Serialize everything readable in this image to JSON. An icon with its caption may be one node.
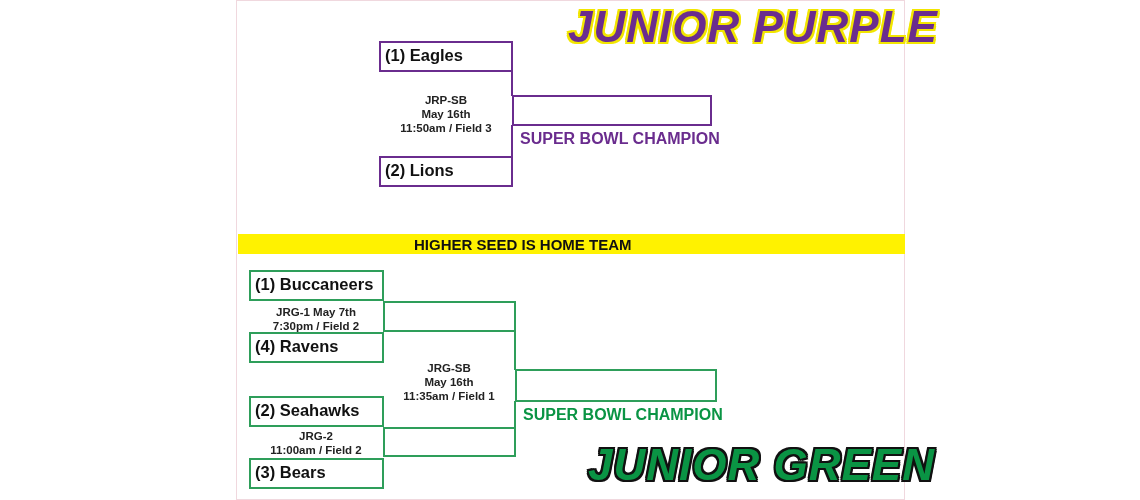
{
  "diagram": {
    "nodes": [
      {
        "text": [
          "(1) Eagles"
        ]
      },
      {
        "text": [],
        "shape": "box",
        "beside": [
          "SUPER BOWL CHAMPION"
        ]
      },
      {
        "text": [
          "(2) Lions"
        ]
      },
      {
        "text": [
          "HIGHER SEED IS HOME TEAM"
        ]
      },
      {
        "text": [
          "(1) Buccaneers"
        ]
      },
      {
        "text": [],
        "shape": "box"
      },
      {
        "text": [
          "(4) Ravens"
        ]
      },
      {
        "text": [],
        "shape": "box",
        "beside": [
          "SUPER BOWL CHAMPION"
        ]
      },
      {
        "text": [
          "(2) Seahawks"
        ]
      },
      {
        "text": [],
        "shape": "box"
      },
      {
        "text": [
          "(3) Bears"
        ]
      }
    ],
    "edges": [
      {
        "from": 0,
        "to": 1,
        "arrow": "none",
        "color": "#6a2c8e"
      },
      {
        "from": 2,
        "to": 1,
        "arrow": "none",
        "color": "#6a2c8e"
      },
      {
        "from": 5,
        "to": 7,
        "arrow": "none",
        "color": "#2e9e5a"
      },
      {
        "from": 9,
        "to": 7,
        "arrow": "none",
        "color": "#2e9e5a"
      }
    ],
    "labels": [
      "JUNIOR PURPLE",
      "JRP-SB",
      "May 16th",
      "11:50am / Field 3",
      "JRG-1 May 7th",
      "7:30pm / Field 2",
      "JRG-SB",
      "May 16th",
      "11:35am / Field 1",
      "JRG-2",
      "11:00am / Field 2",
      "JUNIOR GREEN"
    ]
  }
}
